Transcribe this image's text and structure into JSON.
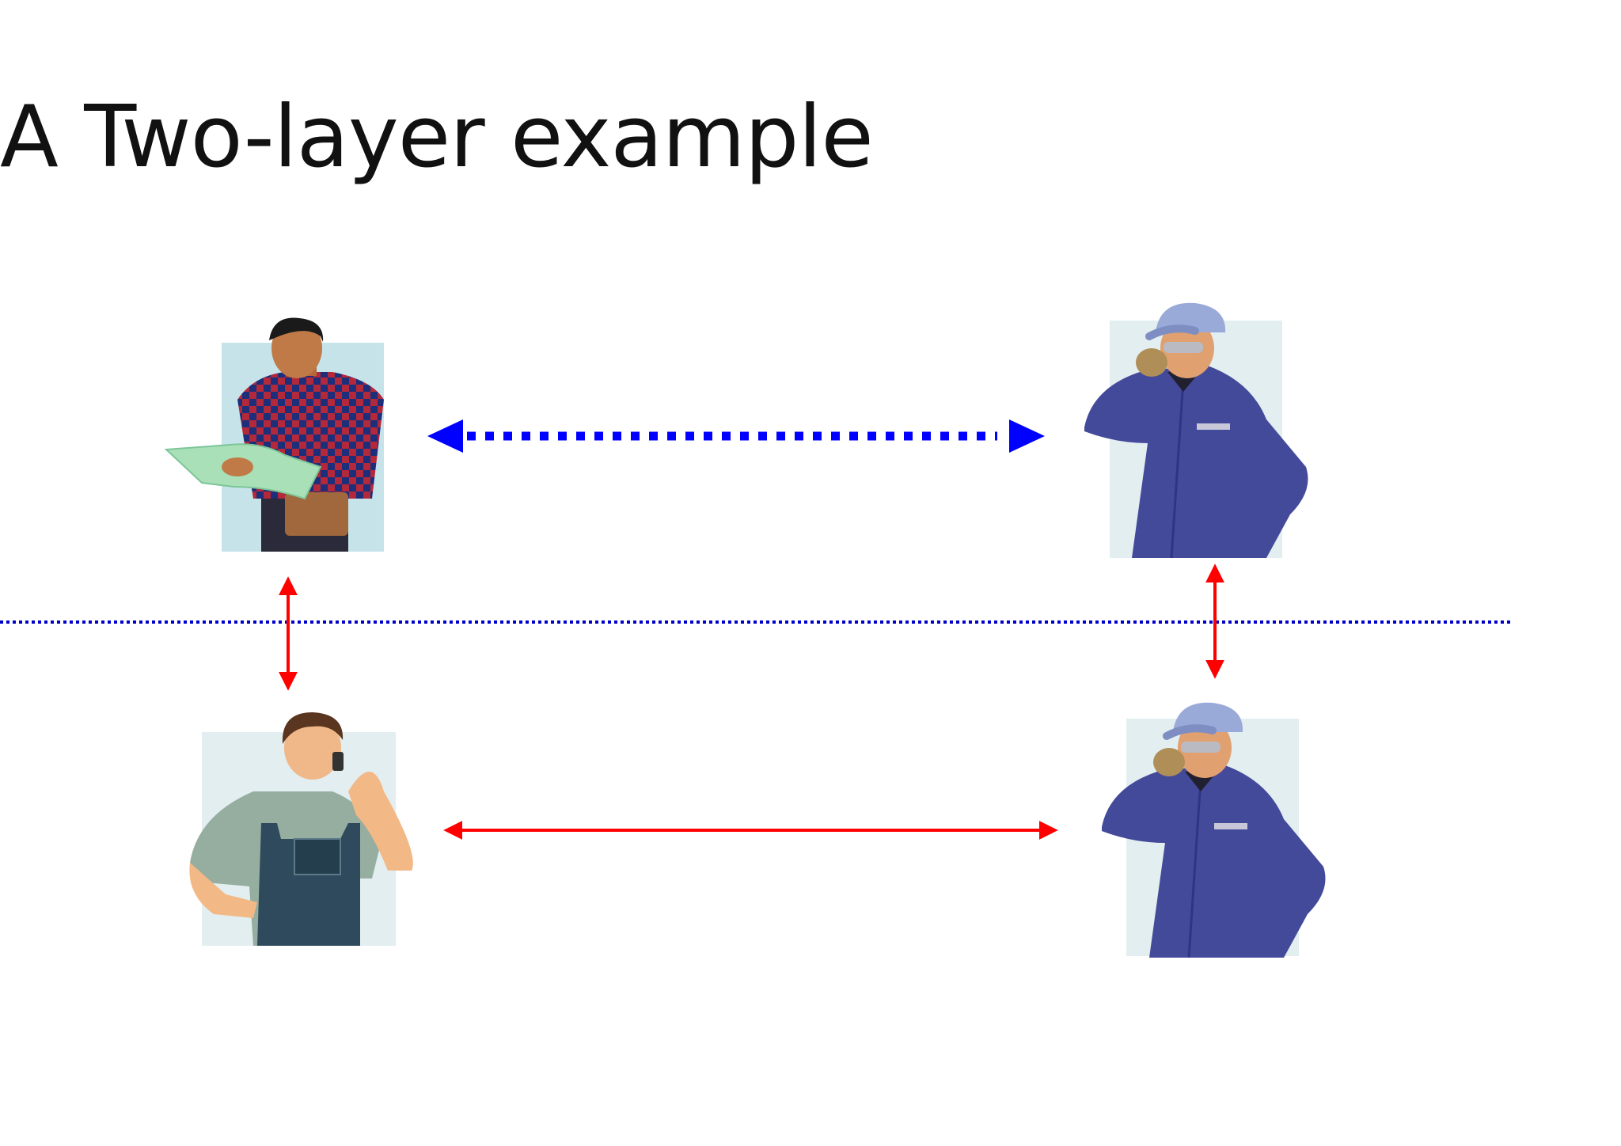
{
  "slide": {
    "title": "A Two-layer example"
  },
  "diagram": {
    "figures": [
      {
        "id": "philosopher-left",
        "icon": "man-plaid-shirt-reading-map"
      },
      {
        "id": "philosopher-right",
        "icon": "worker-blue-coverall-hardhat-phone"
      },
      {
        "id": "translator-left",
        "icon": "man-overalls-phone"
      },
      {
        "id": "translator-right",
        "icon": "worker-blue-coverall-hardhat-phone"
      }
    ],
    "connections": [
      {
        "from": "philosopher-left",
        "to": "philosopher-right",
        "style": "dotted",
        "color": "#0000ff",
        "layer": "virtual"
      },
      {
        "from": "translator-left",
        "to": "translator-right",
        "style": "solid",
        "color": "#ff0000",
        "layer": "physical"
      },
      {
        "from": "philosopher-left",
        "to": "translator-left",
        "style": "solid",
        "color": "#ff0000",
        "layer": "interface"
      },
      {
        "from": "philosopher-right",
        "to": "translator-right",
        "style": "solid",
        "color": "#ff0000",
        "layer": "interface"
      }
    ],
    "layer_divider": {
      "style": "dotted",
      "color": "#0000cc"
    }
  }
}
